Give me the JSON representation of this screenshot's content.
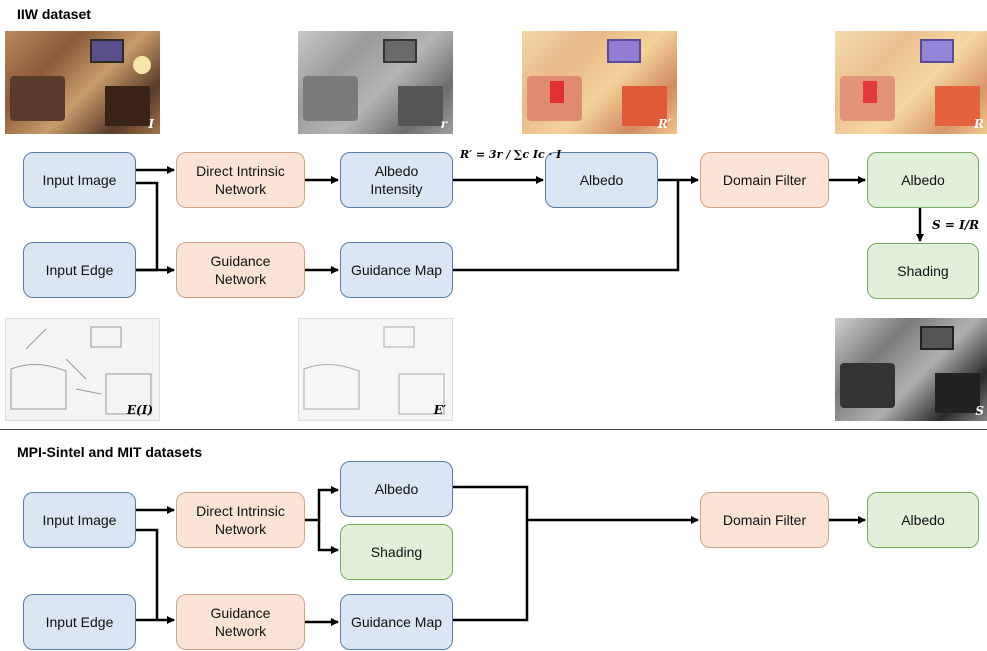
{
  "sections": {
    "iiw_title": "IIW dataset",
    "mpi_title": "MPI-Sintel and MIT datasets"
  },
  "iiw": {
    "input_image": "Input Image",
    "input_edge": "Input Edge",
    "direct_intrinsic_network": "Direct Intrinsic\nNetwork",
    "guidance_network": "Guidance\nNetwork",
    "albedo_intensity": "Albedo\nIntensity",
    "guidance_map": "Guidance Map",
    "albedo_mid": "Albedo",
    "domain_filter": "Domain Filter",
    "albedo_out": "Albedo",
    "shading_out": "Shading",
    "formula_rprime": "R′ = 3r / ∑c Ic · I",
    "formula_shading": "S = I/R",
    "thumb_labels": {
      "input": "I",
      "intensity": "r",
      "albedo_rprime": "R′",
      "albedo_r": "R",
      "edge": "E(I)",
      "edge_prime": "E′",
      "shading": "S"
    }
  },
  "mpi": {
    "input_image": "Input Image",
    "input_edge": "Input Edge",
    "direct_intrinsic_network": "Direct Intrinsic\nNetwork",
    "guidance_network": "Guidance\nNetwork",
    "albedo": "Albedo",
    "shading": "Shading",
    "guidance_map": "Guidance Map",
    "domain_filter": "Domain Filter",
    "albedo_out": "Albedo"
  },
  "colors": {
    "input_fill": "#dae6f3",
    "network_fill": "#fbe4d5",
    "output_fill": "#e2f0d9"
  }
}
